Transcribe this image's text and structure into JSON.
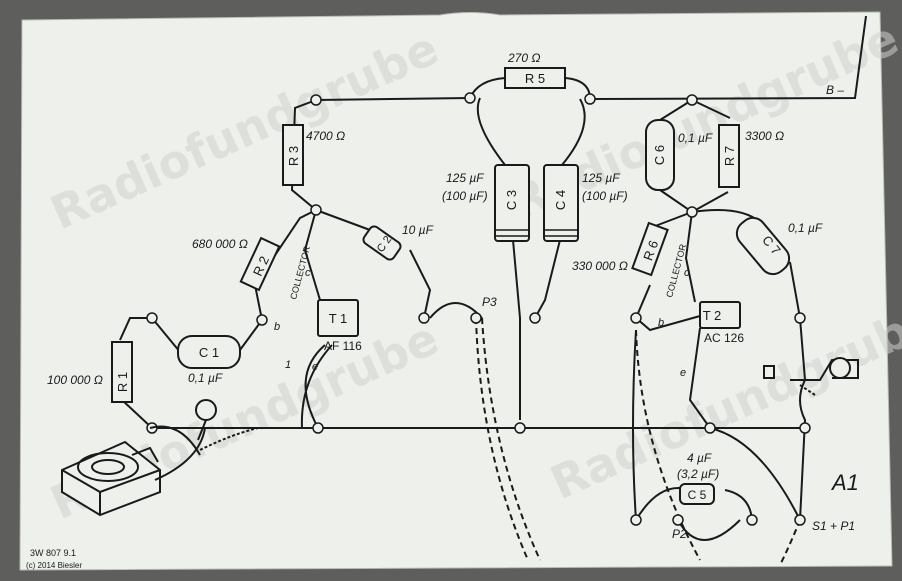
{
  "board": {
    "title": "A1",
    "code": "3W 807 9.1",
    "copyright": "(c) 2014 Biesler",
    "watermark": "Radiofundgrube",
    "colors": {
      "paper": "#eef0ec",
      "ink": "#1a1a1a",
      "background": "#5e5e5c"
    }
  },
  "components": {
    "r1": {
      "ref": "R 1",
      "value": "100 000 Ω"
    },
    "r2": {
      "ref": "R 2",
      "value": "680 000 Ω"
    },
    "r3": {
      "ref": "R 3",
      "value": "4700 Ω"
    },
    "r5": {
      "ref": "R 5",
      "value": "270 Ω"
    },
    "r6": {
      "ref": "R 6",
      "value": "330 000 Ω"
    },
    "r7": {
      "ref": "R 7",
      "value": "3300 Ω"
    },
    "c1": {
      "ref": "C 1",
      "value": "0,1 µF"
    },
    "c2": {
      "ref": "C 2",
      "value": "10 µF"
    },
    "c3": {
      "ref": "C 3",
      "value": "125 µF",
      "alt": "(100 µF)"
    },
    "c4": {
      "ref": "C 4",
      "value": "125 µF",
      "alt": "(100 µF)"
    },
    "c5": {
      "ref": "C 5",
      "value": "4 µF",
      "alt": "(3,2 µF)"
    },
    "c6": {
      "ref": "C 6",
      "value": "0,1 µF"
    },
    "c7": {
      "ref": "C 7",
      "value": "0,1 µF"
    },
    "t1": {
      "ref": "T 1",
      "type": "AF 116"
    },
    "t2": {
      "ref": "T 2",
      "type": "AC 126"
    }
  },
  "pins": {
    "collector": "COLLECTOR",
    "c": "c",
    "b": "b",
    "e": "e",
    "one": "1"
  },
  "terminals": {
    "b_minus": "B –",
    "p3": "P3",
    "p2": "P2",
    "s1p1": "S1 + P1"
  }
}
